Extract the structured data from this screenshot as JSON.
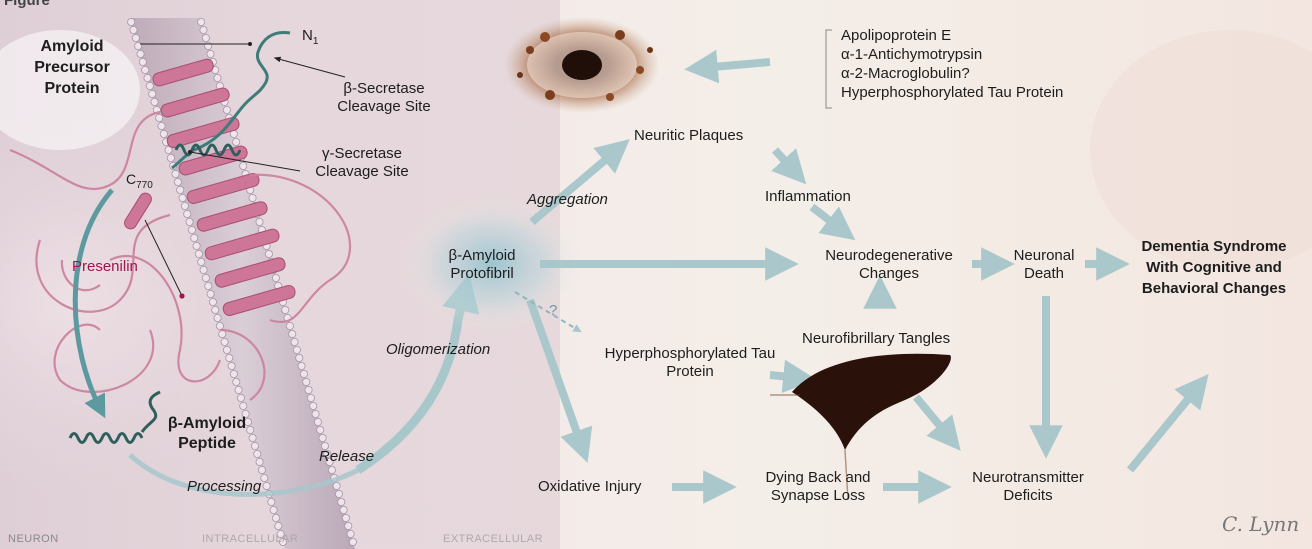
{
  "caption": "Figure",
  "labels": {
    "app": "Amyloid Precursor Protein",
    "n1": "N",
    "n1_sub": "1",
    "c770": "C",
    "c770_sub": "770",
    "beta_site": "β-Secretase Cleavage Site",
    "gamma_site": "γ-Secretase Cleavage Site",
    "presenilin": "Presenilin",
    "peptide": "β-Amyloid Peptide",
    "processing": "Processing",
    "release": "Release",
    "oligomerization": "Oligomerization",
    "aggregation": "Aggregation",
    "protofibril": "β-Amyloid Protofibril",
    "question": "?",
    "plaques": "Neuritic Plaques",
    "plaque_list": [
      "Apolipoprotein E",
      "α-1-Antichymotrypsin",
      "α-2-Macroglobulin?",
      "Hyperphosphorylated Tau Protein"
    ],
    "inflammation": "Inflammation",
    "neurodegenerative": "Neurodegenerative Changes",
    "neuronal_death": "Neuronal Death",
    "dementia": "Dementia Syndrome With Cognitive and Behavioral Changes",
    "tangles": "Neurofibrillary Tangles",
    "hyper_tau": "Hyperphosphorylated Tau Protein",
    "oxidative": "Oxidative Injury",
    "dying_back": "Dying Back and Synapse Loss",
    "neurotransmitter": "Neurotransmitter Deficits",
    "region_neuron": "NEURON",
    "region_intra": "INTRACELLULAR",
    "region_extra": "EXTRACELLULAR",
    "signature": "C. Lynn"
  },
  "colors": {
    "arrow": "#a7c7cb",
    "presenilin": "#a0144f",
    "membrane_pink": "#d9a1b4",
    "helix_pink": "#c9668b",
    "background": "#f4ece4"
  }
}
